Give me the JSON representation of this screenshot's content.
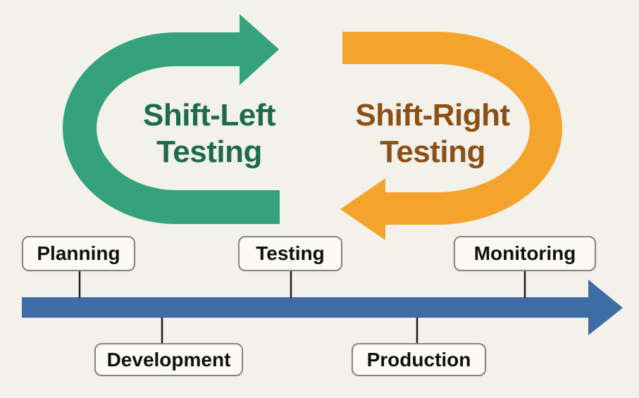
{
  "diagram": {
    "background_color": "#F2F1EA",
    "shift_left": {
      "title_line1": "Shift-Left",
      "title_line2": "Testing",
      "arrow_color": "#35A17D",
      "text_color": "#1D6A4E"
    },
    "shift_right": {
      "title_line1": "Shift-Right",
      "title_line2": "Testing",
      "arrow_color": "#F4A42D",
      "text_color": "#8B5016"
    },
    "timeline": {
      "bar_color": "#3F6CA5",
      "connector_color": "#1A1A1A",
      "stages_above": [
        "Planning",
        "Testing",
        "Monitoring"
      ],
      "stages_below": [
        "Development",
        "Production"
      ]
    }
  }
}
